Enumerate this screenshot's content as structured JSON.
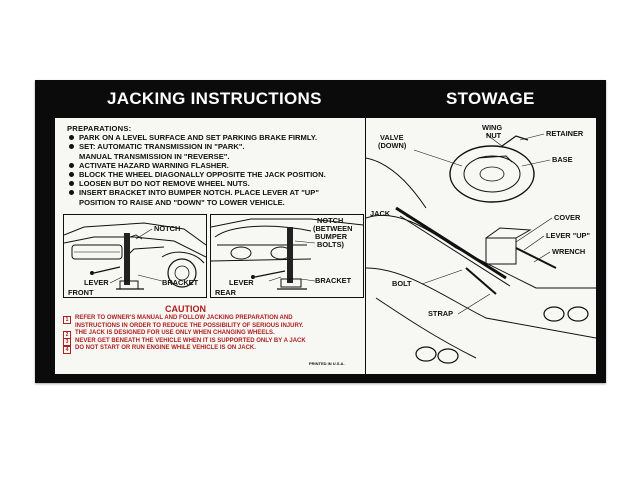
{
  "headers": {
    "left": "JACKING INSTRUCTIONS",
    "right": "STOWAGE"
  },
  "preparations": {
    "title": "PREPARATIONS:",
    "items": [
      {
        "text": "PARK ON A LEVEL SURFACE AND SET PARKING BRAKE FIRMLY."
      },
      {
        "text": "SET: AUTOMATIC TRANSMISSION IN \"PARK\".",
        "cont": "MANUAL TRANSMISSION IN \"REVERSE\"."
      },
      {
        "text": "ACTIVATE HAZARD WARNING FLASHER."
      },
      {
        "text": "BLOCK THE WHEEL DIAGONALLY OPPOSITE THE JACK POSITION."
      },
      {
        "text": "LOOSEN BUT DO NOT REMOVE WHEEL NUTS."
      },
      {
        "text": "INSERT BRACKET INTO BUMPER NOTCH. PLACE LEVER AT \"UP\"",
        "cont": "POSITION TO RAISE AND \"DOWN\" TO LOWER VEHICLE."
      }
    ]
  },
  "front_diagram": {
    "notch": "NOTCH",
    "lever": "LEVER",
    "bracket": "BRACKET",
    "position": "FRONT"
  },
  "rear_diagram": {
    "notch_line1": "NOTCH",
    "notch_line2": "(BETWEEN",
    "notch_line3": "BUMPER",
    "notch_line4": "BOLTS)",
    "lever": "LEVER",
    "bracket": "BRACKET",
    "position": "REAR"
  },
  "caution": {
    "title": "CAUTION",
    "notes": [
      {
        "num": "1",
        "lines": [
          "REFER TO OWNER'S MANUAL AND FOLLOW JACKING PREPARATION AND",
          "INSTRUCTIONS IN ORDER TO REDUCE THE POSSIBILITY OF SERIOUS INJURY."
        ]
      },
      {
        "num": "2",
        "lines": [
          "THE JACK IS DESIGNED FOR USE ONLY WHEN CHANGING WHEELS."
        ]
      },
      {
        "num": "3",
        "lines": [
          "NEVER GET BENEATH THE VEHICLE WHEN IT IS SUPPORTED ONLY BY A JACK"
        ]
      },
      {
        "num": "4",
        "lines": [
          "DO NOT START OR RUN ENGINE WHILE VEHICLE IS ON JACK."
        ]
      }
    ]
  },
  "printed": "PRINTED IN U.S.A.",
  "stowage": {
    "valve_line1": "VALVE",
    "valve_line2": "(DOWN)",
    "wing_line1": "WING",
    "wing_line2": "NUT",
    "retainer": "RETAINER",
    "base": "BASE",
    "jack": "JACK",
    "cover": "COVER",
    "lever_up": "LEVER \"UP\"",
    "wrench": "WRENCH",
    "bolt": "BOLT",
    "strap": "STRAP"
  },
  "colors": {
    "border": "#0b0b0b",
    "panel": "#f7f7f4",
    "ink": "#111111",
    "caution": "#b02020"
  }
}
